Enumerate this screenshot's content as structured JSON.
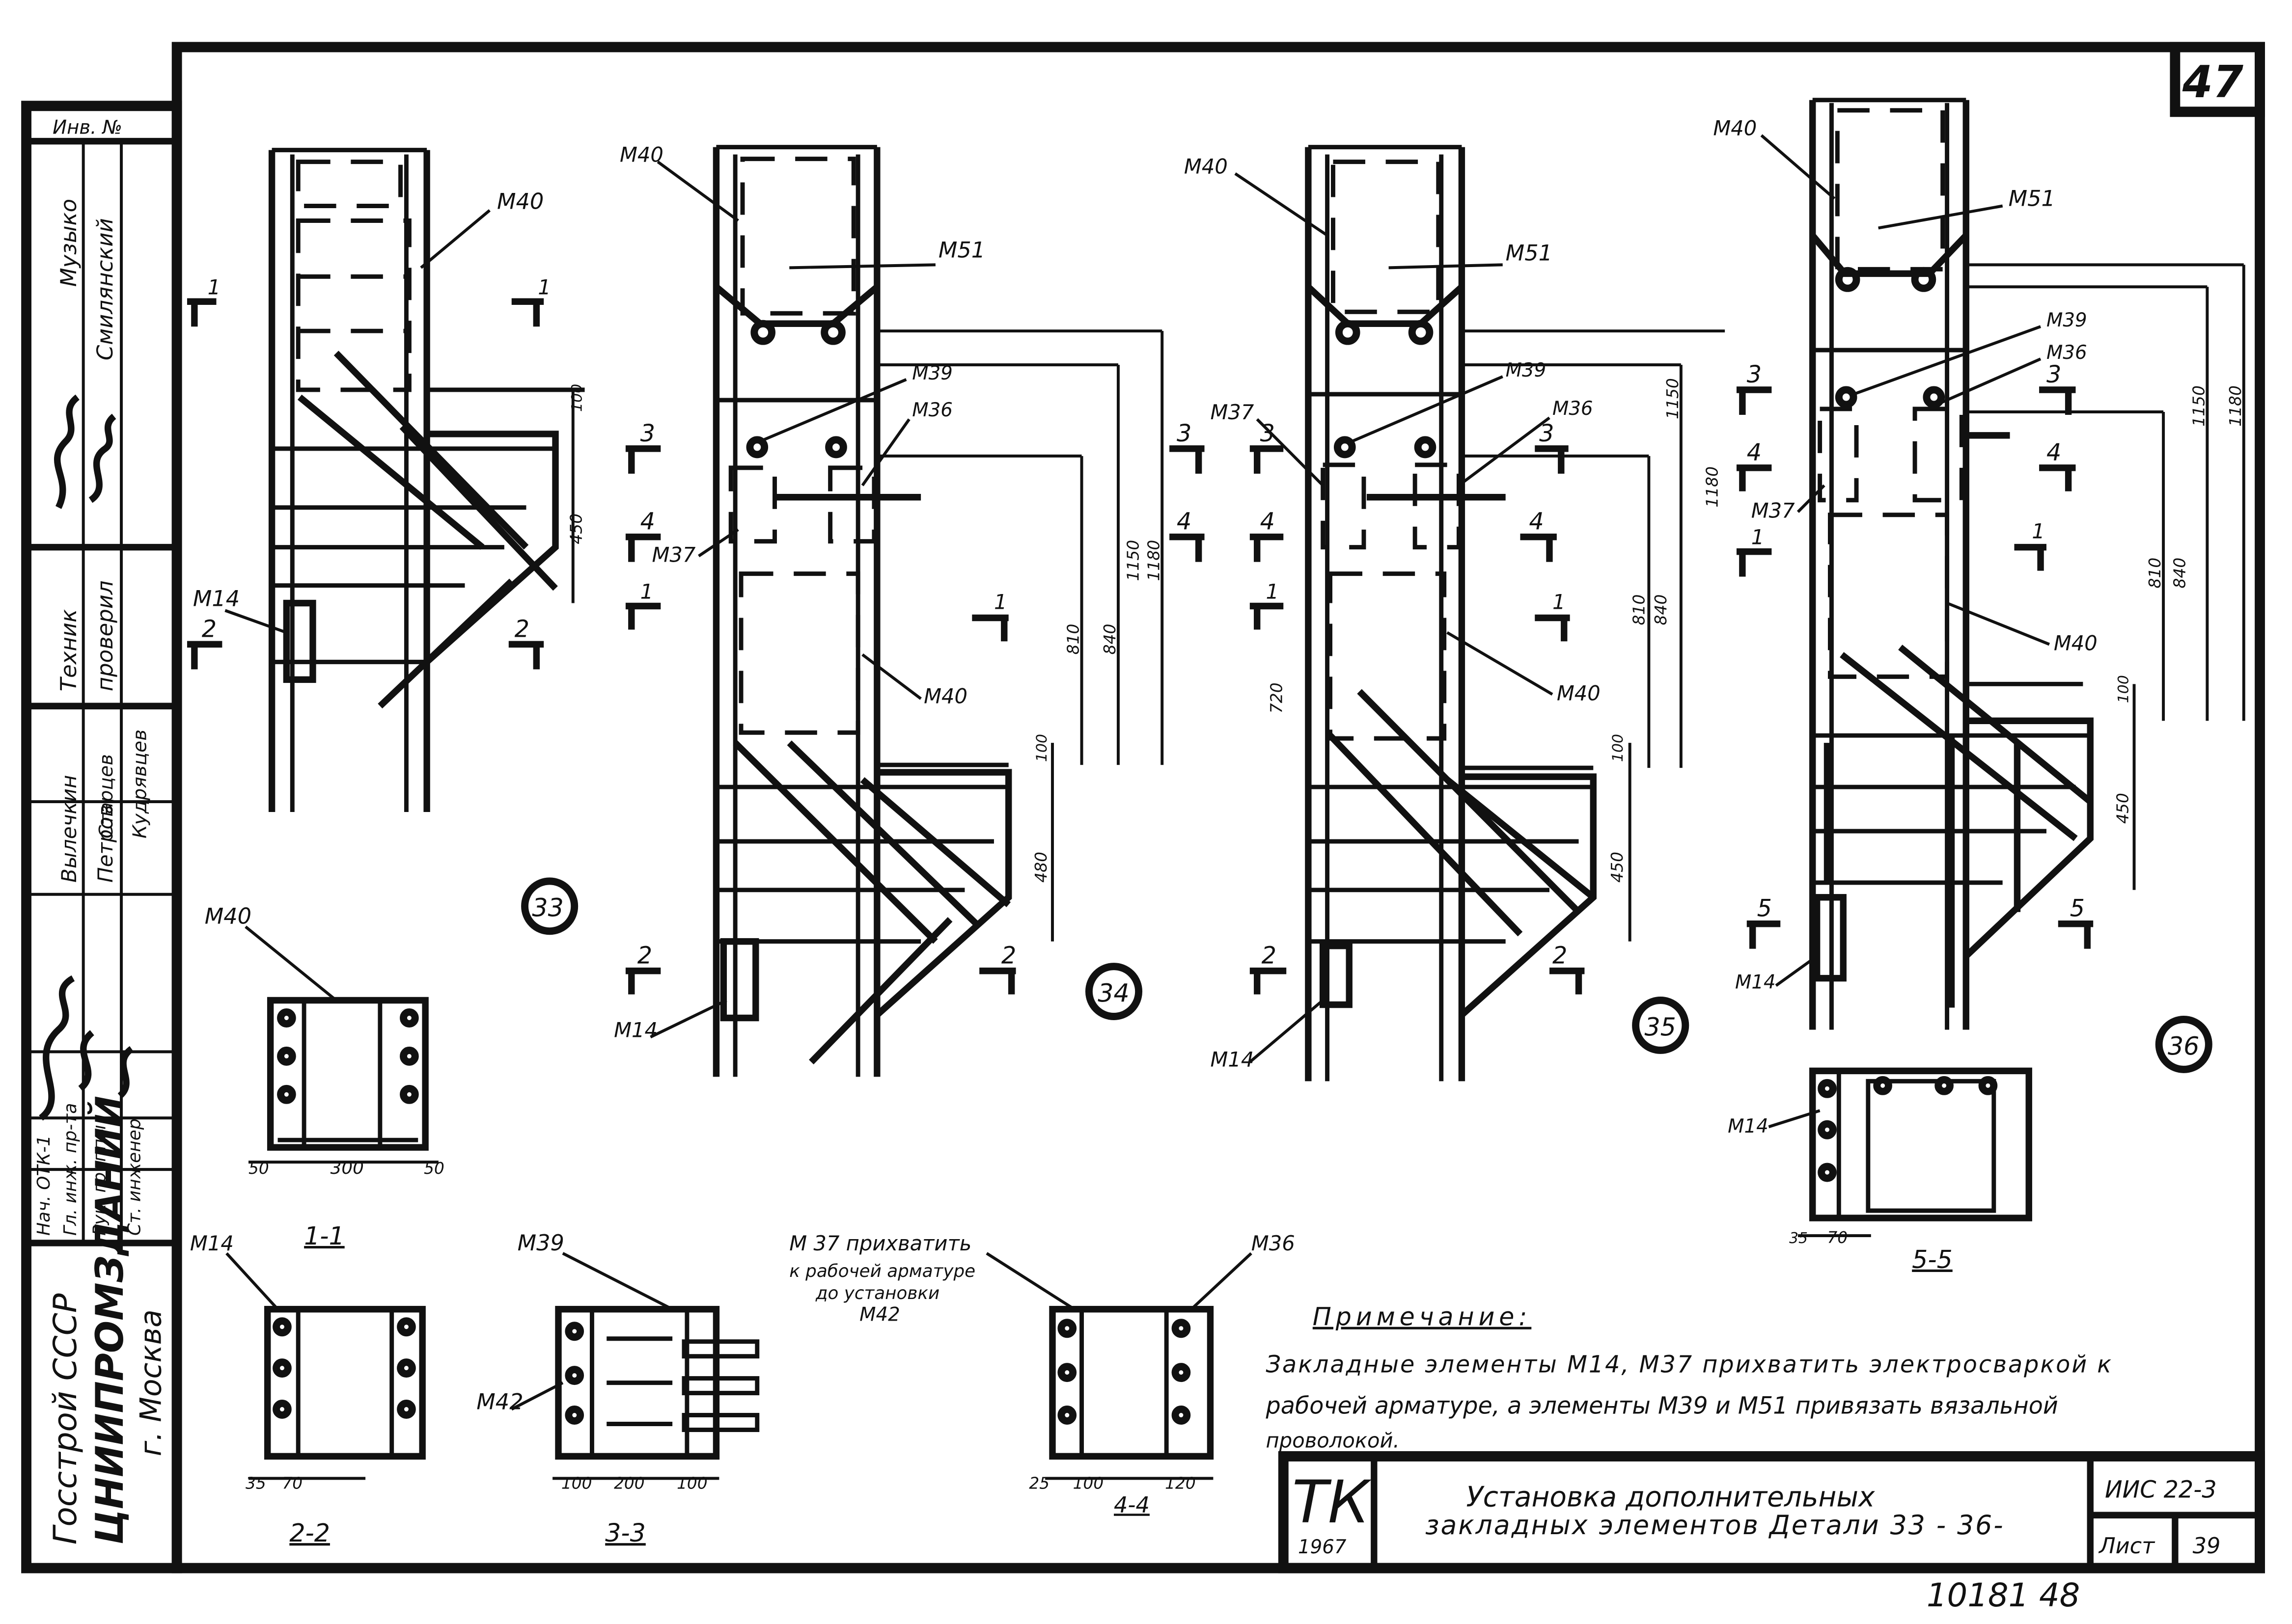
{
  "sheet": {
    "sheet_badge": "47",
    "bottom_number": "10181  48"
  },
  "side_stamp": {
    "inv_no": "Инв. №",
    "col1": [
      "Музыко",
      "Смилянский"
    ],
    "col2": [
      "Техник",
      "проверил"
    ],
    "col3": [
      "Вылечкин",
      "Петров",
      "Старцев",
      "Кудрявцев"
    ],
    "col4": [
      "Нач. ОТК-1",
      "Гл. инж. пр-та",
      "Рук. группы",
      "Ст. инженер"
    ],
    "org1": "Госстрой СССР",
    "org2": "ЦНИИПРОМЗДАНИЙ",
    "org3": "г. Москва"
  },
  "details": [
    {
      "id": "33",
      "marks": [
        "М40",
        "М14"
      ]
    },
    {
      "id": "34",
      "marks": [
        "М40",
        "М51",
        "М39",
        "М36",
        "М37",
        "М40",
        "М14"
      ]
    },
    {
      "id": "35",
      "marks": [
        "М40",
        "М51",
        "М37",
        "М39",
        "М36",
        "М40",
        "М14"
      ]
    },
    {
      "id": "36",
      "marks": [
        "М40",
        "М51",
        "М39",
        "М36",
        "М37",
        "М40",
        "М14"
      ]
    }
  ],
  "section_marks": {
    "one": "1",
    "two": "2",
    "three": "3",
    "four": "4",
    "five": "5"
  },
  "dimensions": {
    "d100": "100",
    "d450": "450",
    "d480": "480",
    "d810": "810",
    "d840": "840",
    "d1150": "1150",
    "d1180": "1180",
    "d720": "720",
    "d50": "50",
    "d300": "300",
    "d35": "35",
    "d70": "70",
    "d200": "200",
    "d25": "25",
    "d120": "120"
  },
  "sections": {
    "s11": "1-1",
    "s22": "2-2",
    "s33": "3-3",
    "s44": "4-4",
    "s55": "5-5",
    "m40": "М40",
    "m14": "М14",
    "m39": "М39",
    "m42": "М42",
    "m36": "М36",
    "m37_note": "М 37 прихватить",
    "m37_note2": "к рабочей арматуре",
    "m37_note3": "до установки",
    "m37_note4": "М42"
  },
  "note": {
    "title": "Примечание:",
    "line1": "Закладные    элементы    М14, М37  прихватить электросваркой к",
    "line2": "рабочей    арматуре, а элементы М39 и М51 привязать вязальной",
    "line3": "проволокой."
  },
  "title_block": {
    "logo": "ТК",
    "year": "1967",
    "title1": "Установка дополнительных",
    "title2": "закладных элементов  Детали 33 - 36-",
    "series": "ИИС 22-3",
    "sheet_label": "Лист",
    "sheet_no": "39"
  }
}
